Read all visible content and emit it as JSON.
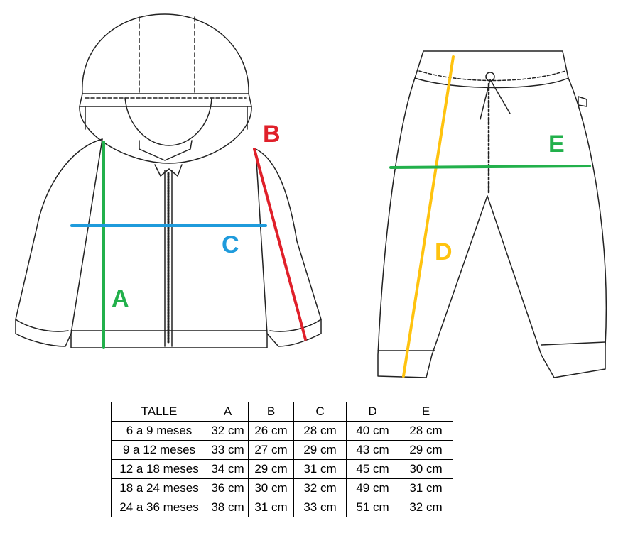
{
  "labels": {
    "A": "A",
    "B": "B",
    "C": "C",
    "D": "D",
    "E": "E"
  },
  "colors": {
    "A": "#22b04b",
    "B": "#e0202a",
    "C": "#1f9bdc",
    "D": "#ffc30f",
    "E": "#22b04b"
  },
  "table": {
    "headers": [
      "TALLE",
      "A",
      "B",
      "C",
      "D",
      "E"
    ],
    "rows": [
      [
        "6 a 9 meses",
        "32 cm",
        "26 cm",
        "28 cm",
        "40 cm",
        "28 cm"
      ],
      [
        "9 a 12 meses",
        "33 cm",
        "27 cm",
        "29 cm",
        "43 cm",
        "29 cm"
      ],
      [
        "12 a 18 meses",
        "34 cm",
        "29 cm",
        "31 cm",
        "45 cm",
        "30 cm"
      ],
      [
        "18 a 24 meses",
        "36 cm",
        "30 cm",
        "32 cm",
        "49 cm",
        "31 cm"
      ],
      [
        "24 a 36 meses",
        "38 cm",
        "31 cm",
        "33 cm",
        "51 cm",
        "32 cm"
      ]
    ]
  }
}
